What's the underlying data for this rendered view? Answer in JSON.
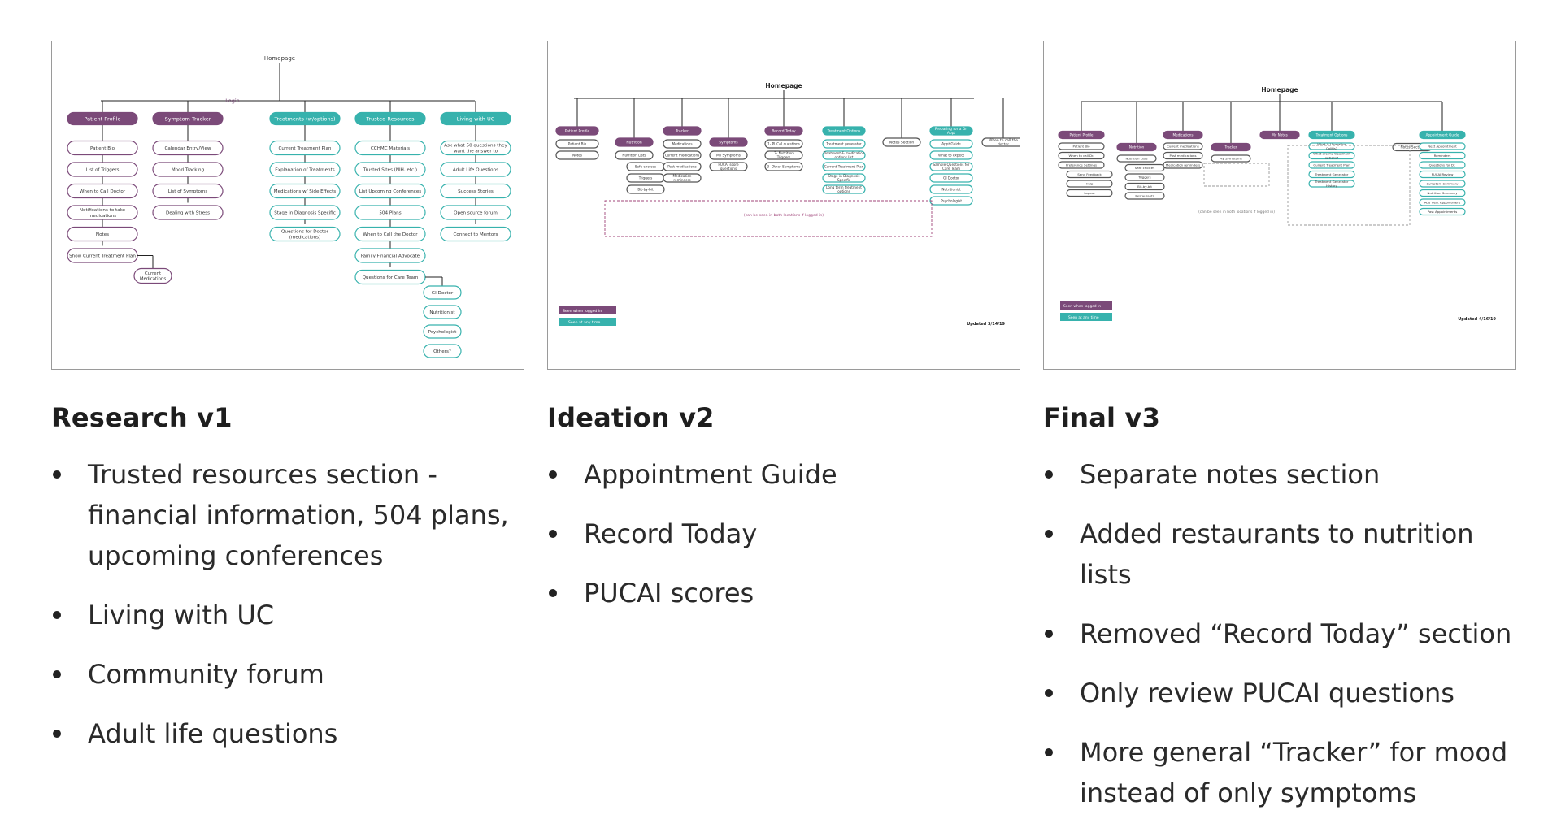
{
  "colors": {
    "purple": "#7b4a79",
    "teal": "#37b2ad",
    "dashed": "#a0457a",
    "grey": "#9a9a9a"
  },
  "panels": [
    {
      "heading": "Research v1",
      "bullets": [
        "Trusted resources section - financial information, 504 plans, upcoming conferences",
        "Living with UC",
        "Community forum",
        "Adult life questions"
      ],
      "diagram": {
        "root": "Homepage",
        "login": "Login",
        "categories": [
          {
            "label": "Patient Profile",
            "color": "purple",
            "items": [
              "Patient Bio",
              "List of Triggers",
              "When to Call Doctor",
              "Notifications to take medications",
              "Notes",
              "Show Current Treatment Plan"
            ],
            "extra": "Current Medications"
          },
          {
            "label": "Symptom Tracker",
            "color": "purple",
            "items": [
              "Calendar Entry/View",
              "Mood Tracking",
              "List of Symptoms",
              "Dealing with Stress"
            ]
          },
          {
            "label": "Treatments (w/options)",
            "color": "teal",
            "items": [
              "Current Treatment Plan",
              "Explanation of Treatments",
              "Medications w/ Side Effects",
              "Stage in Diagnosis Specific",
              "Questions for Doctor (medications)"
            ]
          },
          {
            "label": "Trusted Resources",
            "color": "teal",
            "items": [
              "CCHMC Materials",
              "Trusted Sites (NIH, etc.)",
              "List Upcoming Conferences",
              "504 Plans",
              "When to Call the Doctor",
              "Family Financial Advocate",
              "Questions for Care Team"
            ],
            "subitems": [
              "GI Doctor",
              "Nutritionist",
              "Psychologist",
              "Others?"
            ]
          },
          {
            "label": "Living with UC",
            "color": "teal",
            "items": [
              "Ask what 50 questions they want the answer to",
              "Adult Life Questions",
              "Success Stories",
              "Open source forum",
              "Connect to Mentors"
            ]
          }
        ]
      }
    },
    {
      "heading": "Ideation v2",
      "bullets": [
        "Appointment Guide",
        "Record Today",
        "PUCAI scores"
      ],
      "diagram": {
        "root": "Homepage",
        "categories": [
          {
            "label": "Patient Profile",
            "color": "purple",
            "items": [
              "Patient Bio",
              "Notes"
            ]
          },
          {
            "label": "Nutrition",
            "color": "purple",
            "items": [
              "Nutrition Lists",
              "Safe choices",
              "Triggers",
              "Bit-by-bit"
            ]
          },
          {
            "label": "Tracker",
            "color": "purple",
            "items": [
              "Medications",
              "Current medications",
              "Past medications",
              "Medication reminders"
            ]
          },
          {
            "label": "Symptoms",
            "color": "purple",
            "items": [
              "My Symptoms",
              "PUCAI score questions"
            ]
          },
          {
            "label": "Record Today",
            "color": "purple",
            "items": [
              "1- PUCAI questions",
              "2- Nutrition Triggers",
              "3- Other Symptoms"
            ]
          },
          {
            "label": "Treatment Options",
            "color": "teal",
            "items": [
              "Treatment generator",
              "Treatment & medication options list",
              "Current Treatment Plan",
              "Stage in Diagnosis Specific",
              "Long term treatment options"
            ]
          },
          {
            "label": "Notes Section",
            "color": "none",
            "items": []
          },
          {
            "label": "Preparing for a Dr. Appt",
            "color": "teal",
            "items": [
              "Appt Guide",
              "What to expect",
              "Sample Questions for Care Team",
              "GI Doctor",
              "Nutritionist",
              "Psychologist"
            ]
          },
          {
            "label": "When to call the doctor",
            "color": "none",
            "items": []
          }
        ],
        "dashed_note": "(can be seen in both locations if logged in)",
        "legend": [
          "Seen when logged in",
          "Seen at any time"
        ],
        "updated": "Updated 3/14/19"
      }
    },
    {
      "heading": "Final v3",
      "bullets": [
        "Separate notes section",
        "Added restaurants to nutrition lists",
        "Removed “Record Today” section",
        "Only review PUCAI questions",
        "More general “Tracker” for mood instead of only symptoms"
      ],
      "diagram": {
        "root": "Homepage",
        "categories": [
          {
            "label": "Patient Profile",
            "color": "purple",
            "items": [
              "Patient Bio",
              "When to call Dr.",
              "Preference Settings",
              "Send Feedback",
              "Help",
              "Logout"
            ]
          },
          {
            "label": "Nutrition",
            "color": "purple",
            "items": [
              "Nutrition Lists",
              "Safe choices",
              "Triggers",
              "Bit-by-bit",
              "Restaurants"
            ]
          },
          {
            "label": "Medications",
            "color": "purple",
            "items": [
              "Current medications",
              "Past medications",
              "Medication reminders"
            ]
          },
          {
            "label": "Tracker",
            "color": "purple",
            "items": [
              "My Symptoms"
            ]
          },
          {
            "label": "My Notes",
            "color": "purple",
            "items": []
          },
          {
            "label": "Treatment Options",
            "color": "teal",
            "items": [
              "What is Ulcerative Colitis?",
              "What are my treatment options?",
              "Current Treatment Plan",
              "Treatment Generator",
              "Treatment Generator History"
            ]
          },
          {
            "label": "Notes Section",
            "color": "none",
            "items": []
          },
          {
            "label": "Appointment Guide",
            "color": "teal",
            "items": [
              "Next Appointment",
              "Reminders",
              "Questions for Dr.",
              "PUCAI Review",
              "Symptom Summary",
              "Nutrition Summary",
              "Add Next Appointment",
              "Past Appointments"
            ]
          }
        ],
        "dashed_note": "(can be seen in both locations if logged in)",
        "legend": [
          "Seen when logged in",
          "Seen at any time"
        ],
        "updated": "Updated 4/16/19"
      }
    }
  ]
}
